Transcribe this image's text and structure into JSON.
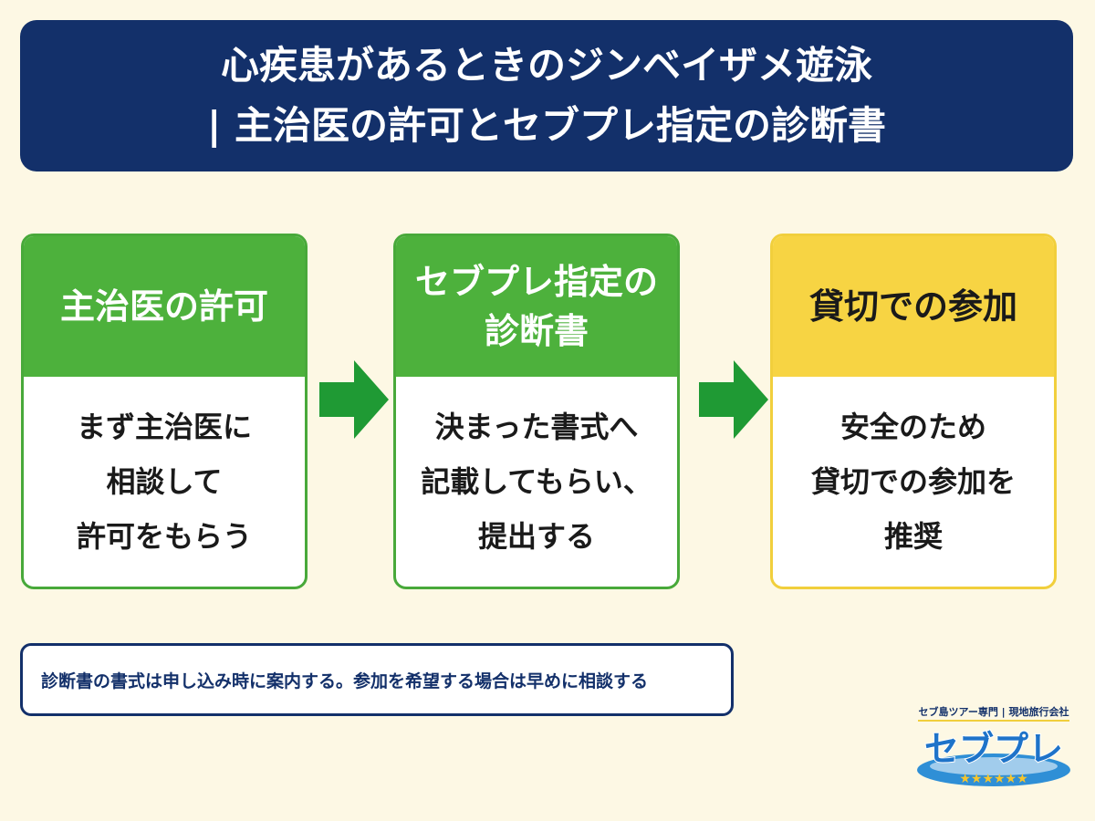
{
  "title": {
    "line1": "心疾患があるときのジンベイザメ遊泳",
    "line2": "| 主治医の許可とセブプレ指定の診断書"
  },
  "steps": [
    {
      "header_lines": [
        "主治医の許可"
      ],
      "body_lines": [
        "まず主治医に",
        "相談して",
        "許可をもらう"
      ]
    },
    {
      "header_lines": [
        "セブプレ指定の",
        "診断書"
      ],
      "body_lines": [
        "決まった書式へ",
        "記載してもらい、",
        "提出する"
      ]
    },
    {
      "header_lines": [
        "貸切での参加"
      ],
      "body_lines": [
        "安全のため",
        "貸切での参加を",
        "推奨"
      ]
    }
  ],
  "note": "診断書の書式は申し込み時に案内する。参加を希望する場合は早めに相談する",
  "logo": {
    "tagline": "セブ島ツアー専門 | 現地旅行会社",
    "wordmark": "セブプレ",
    "stars": "★★★★★★"
  },
  "colors": {
    "navy": "#13306a",
    "green": "#4db13c",
    "yellow": "#f7d443",
    "arrow": "#1f9a34",
    "background": "#fdf8e4"
  }
}
